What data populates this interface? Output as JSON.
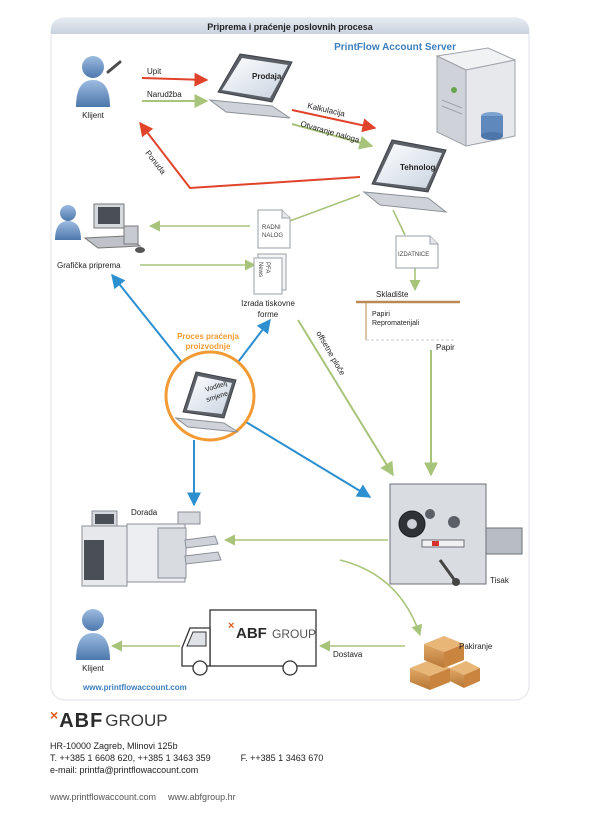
{
  "diagram": {
    "title": "Priprema i praćenje poslovnih procesa",
    "server_label": "PrintFlow Account Server",
    "nodes": {
      "klijent_top": "Klijent",
      "prodaja": "Prodaja",
      "tehnolog": "Tehnolog",
      "graficka_priprema": "Grafička priprema",
      "izrada_line1": "Izrada tiskovne",
      "izrada_line2": "forme",
      "skladiste": "Skladište",
      "skladiste_item1": "Papiri",
      "skladiste_item2": "Repromaterijali",
      "proces_line1": "Proces praćenja",
      "proces_line2": "proizvodnje",
      "voditelj_line1": "Voditelj",
      "voditelj_line2": "smjene",
      "dorada": "Dorada",
      "tisak": "Tisak",
      "pakiranje": "Pakiranje",
      "klijent_bottom": "Klijent"
    },
    "arrow_labels": {
      "upit": "Upit",
      "narudzba": "Narudžba",
      "kalkulacija": "Kalkulacija",
      "otvaranje": "Otvaranje naloga",
      "ponuda": "Ponuda",
      "papir": "Papir",
      "offsetne": "offsetne ploče",
      "dostava": "Dostava"
    },
    "documents": {
      "radni_line1": "RADNI",
      "radni_line2": "NALOG",
      "izdatnice": "IZDATNICE",
      "pfa_line1": "PFA",
      "pfa_line2": "News"
    },
    "truck_logo": "ABF",
    "truck_logo_group": "GROUP",
    "website": "www.printflowaccount.com"
  },
  "footer": {
    "logo_abf": "ABF",
    "logo_group": "GROUP",
    "address": "HR-10000 Zagreb, Mlinovi 125b",
    "phone": "T. ++385 1 6608 620, ++385 1 3463 359",
    "fax": "F. ++385 1 3463 670",
    "email": "e-mail: printfa@printflowaccount.com",
    "web1": "www.printflowaccount.com",
    "web2": "www.abfgroup.hr"
  },
  "colors": {
    "red_arrow": "#e0432a",
    "green_arrow": "#a8c47a",
    "blue_arrow": "#2b8fd0",
    "orange_accent": "#f29a33",
    "header_bar": "#d7dee8",
    "server_title": "#3d7fbf"
  }
}
